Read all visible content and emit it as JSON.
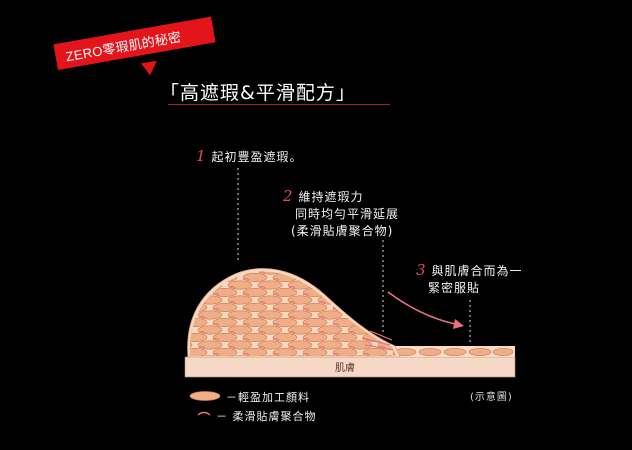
{
  "badge": {
    "text": "ZERO零瑕肌的秘密"
  },
  "title": {
    "text": "「高遮瑕&平滑配方」"
  },
  "annotations": [
    {
      "number": "1",
      "lines": [
        "起初豐盈遮瑕。"
      ]
    },
    {
      "number": "2",
      "lines": [
        "維持遮瑕力",
        "同時均勻平滑延展",
        "(柔滑貼膚聚合物)"
      ]
    },
    {
      "number": "3",
      "lines": [
        "與肌膚合而為一",
        "緊密服貼"
      ]
    }
  ],
  "skin_label": "肌膚",
  "legend": [
    {
      "text": "－輕盈加工顏料"
    },
    {
      "text": "－ 柔滑貼膚聚合物"
    }
  ],
  "note": "(示意圖)",
  "colors": {
    "accent": "#e4141b",
    "cream": "#f8d9c0",
    "particle": "#eeaa80",
    "pink": "#e8727e"
  }
}
